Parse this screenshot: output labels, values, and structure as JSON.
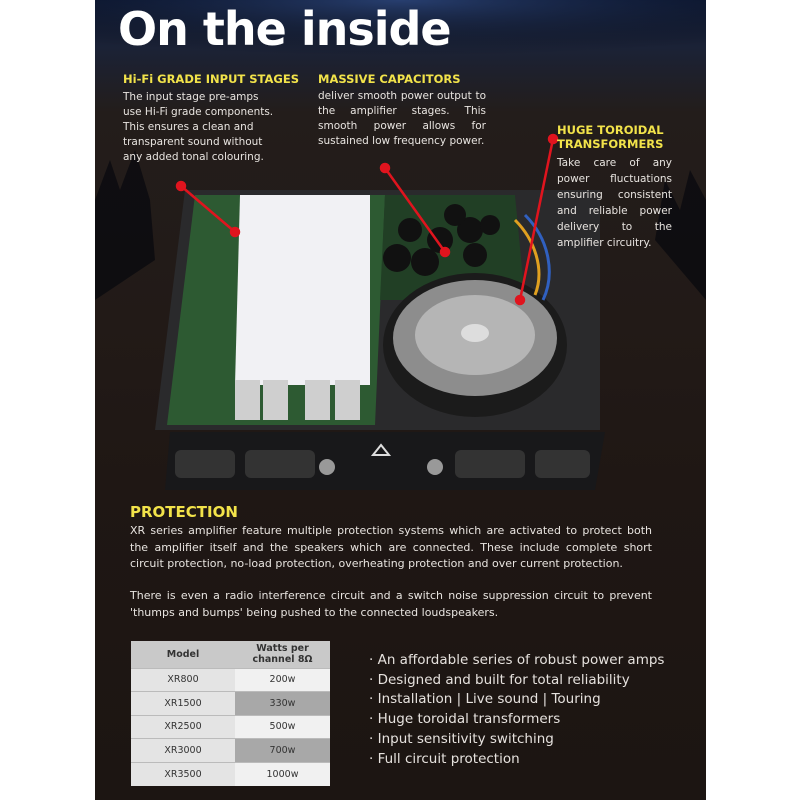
{
  "title": "On the inside",
  "callouts": [
    {
      "heading": "Hi-Fi GRADE INPUT STAGES",
      "text": "The input stage pre-amps use Hi-Fi grade components. This ensures a clean and transparent sound without any added tonal colouring."
    },
    {
      "heading": "MASSIVE CAPACITORS",
      "text": "deliver smooth power output to the amplifier stages. This smooth power allows for sustained low frequency power."
    },
    {
      "heading": "HUGE TOROIDAL TRANSFORMERS",
      "text": "Take care of any power fluctuations ensuring consistent and reliable power delivery to the amplifier circuitry."
    }
  ],
  "protection": {
    "heading": "PROTECTION",
    "paragraphs": [
      "XR series amplifier feature multiple protection systems which are activated to protect both the amplifier itself and the speakers which are connected.  These include complete short circuit protection, no-load protection, overheating protection and over current protection.",
      "There is even a radio interference circuit and a switch noise suppression circuit to prevent 'thumps and bumps' being pushed to the connected loudspeakers."
    ]
  },
  "table": {
    "headers": [
      "Model",
      "Watts per channel 8Ω"
    ],
    "rows": [
      [
        "XR800",
        "200w"
      ],
      [
        "XR1500",
        "330w"
      ],
      [
        "XR2500",
        "500w"
      ],
      [
        "XR3000",
        "700w"
      ],
      [
        "XR3500",
        "1000w"
      ]
    ]
  },
  "features": [
    "· An affordable series of robust power amps",
    "· Designed and built for total reliability",
    "· Installation |  Live sound  |  Touring",
    "· Huge toroidal transformers",
    "· Input sensitivity switching",
    "· Full circuit protection"
  ],
  "colors": {
    "accent": "#f2e34a",
    "pointer": "#e0141e",
    "background": "#1f1714"
  }
}
